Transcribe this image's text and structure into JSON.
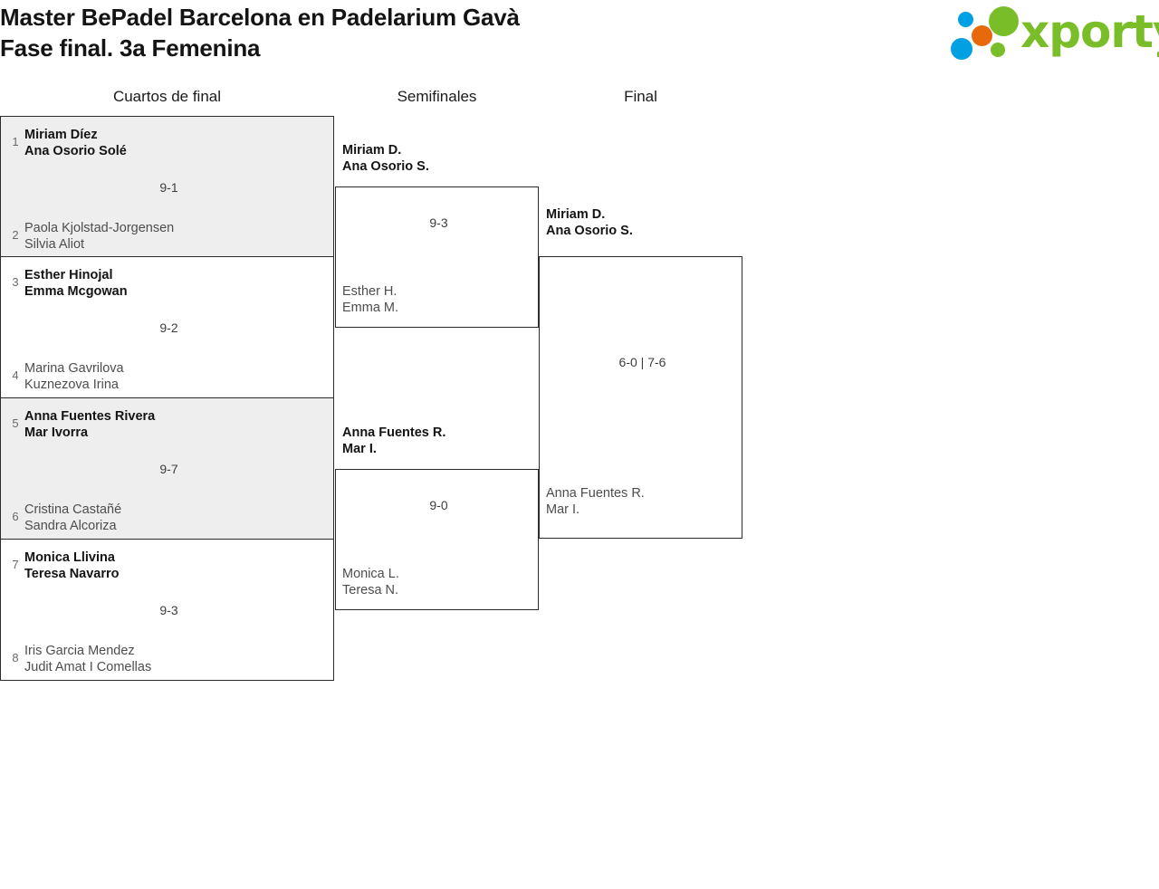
{
  "header": {
    "title_line1": "Master BePadel Barcelona en Padelarium Gavà",
    "title_line2": "Fase final. 3a Femenina",
    "logo_text": "xporty",
    "logo_colors": {
      "blue": "#00a0e2",
      "orange": "#e8690c",
      "green": "#79be28"
    }
  },
  "rounds": {
    "quarterfinals_label": "Cuartos de final",
    "semifinals_label": "Semifinales",
    "final_label": "Final"
  },
  "bracket": {
    "quarterfinals": [
      {
        "score": "9-1",
        "top": {
          "seed": "1",
          "player1": "Miriam Díez",
          "player2": "Ana Osorio Solé",
          "winner": true
        },
        "bottom": {
          "seed": "2",
          "player1": "Paola Kjolstad-Jorgensen",
          "player2": "Silvia Aliot",
          "winner": false
        }
      },
      {
        "score": "9-2",
        "top": {
          "seed": "3",
          "player1": "Esther Hinojal",
          "player2": "Emma Mcgowan",
          "winner": true
        },
        "bottom": {
          "seed": "4",
          "player1": "Marina Gavrilova",
          "player2": "Kuznezova Irina",
          "winner": false
        }
      },
      {
        "score": "9-7",
        "top": {
          "seed": "5",
          "player1": "Anna Fuentes Rivera",
          "player2": "Mar Ivorra",
          "winner": true
        },
        "bottom": {
          "seed": "6",
          "player1": "Cristina Castañé",
          "player2": "Sandra Alcoriza",
          "winner": false
        }
      },
      {
        "score": "9-3",
        "top": {
          "seed": "7",
          "player1": "Monica Llivina",
          "player2": "Teresa Navarro",
          "winner": true
        },
        "bottom": {
          "seed": "8",
          "player1": "Iris Garcia Mendez",
          "player2": "Judit Amat I Comellas",
          "winner": false
        }
      }
    ],
    "semifinals": [
      {
        "score": "9-3",
        "top": {
          "player1": "Miriam D.",
          "player2": "Ana Osorio S.",
          "winner": true
        },
        "bottom": {
          "player1": "Esther H.",
          "player2": "Emma M.",
          "winner": false
        }
      },
      {
        "score": "9-0",
        "top": {
          "player1": "Anna Fuentes R.",
          "player2": "Mar I.",
          "winner": true
        },
        "bottom": {
          "player1": "Monica L.",
          "player2": "Teresa N.",
          "winner": false
        }
      }
    ],
    "final": {
      "score": "6-0 | 7-6",
      "top": {
        "player1": "Miriam D.",
        "player2": "Ana Osorio S.",
        "winner": true
      },
      "bottom": {
        "player1": "Anna Fuentes R.",
        "player2": "Mar I.",
        "winner": false
      }
    }
  }
}
